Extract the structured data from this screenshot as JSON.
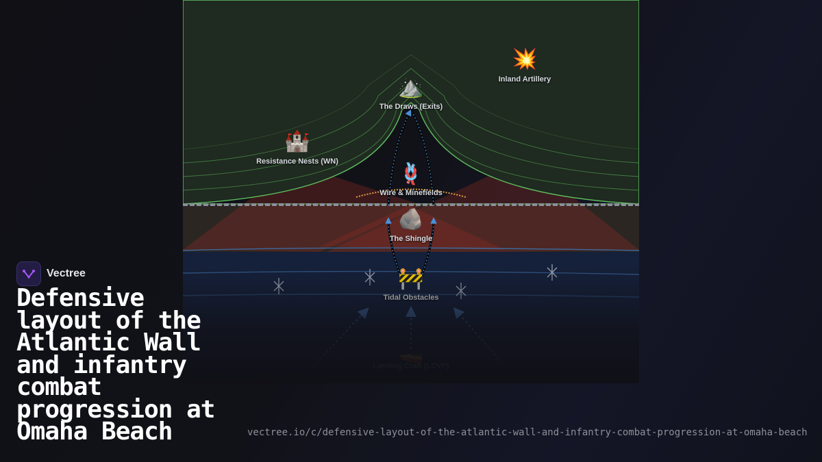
{
  "brand": {
    "name": "Vectree",
    "logo_icon": "vectree-logo-icon",
    "logo_color": "#a855f7"
  },
  "title": "Defensive layout of the Atlantic Wall and infantry combat progression at Omaha Beach",
  "url": "vectree.io/c/defensive-layout-of-the-atlantic-wall-and-infantry-combat-progression-at-omaha-beach",
  "diagram": {
    "colors": {
      "bluff": "#1f2a20",
      "bluff_edge": "#5fbf5f",
      "beach": "#2b2622",
      "sea": "#15203a",
      "sea_edge": "#3c6aa0",
      "fire_zone": "#b0302c",
      "wire": "#e0a040",
      "route_arrow": "#4a90d9"
    },
    "nodes": [
      {
        "id": "inland-artillery",
        "label": "Inland Artillery",
        "icon": "explosion-icon",
        "glyph": "💥"
      },
      {
        "id": "draws",
        "label": "The Draws (Exits)",
        "icon": "mountain-icon",
        "glyph": "⛰️"
      },
      {
        "id": "resistance-nests",
        "label": "Resistance Nests (WN)",
        "icon": "castle-icon",
        "glyph": "🏰"
      },
      {
        "id": "wire-minefields",
        "label": "Wire & Minefields",
        "icon": "knot-icon",
        "glyph": "🪢"
      },
      {
        "id": "shingle",
        "label": "The Shingle",
        "icon": "rock-icon",
        "glyph": "🪨"
      },
      {
        "id": "tidal-obstacles",
        "label": "Tidal Obstacles",
        "icon": "barrier-icon",
        "glyph": "🚧"
      },
      {
        "id": "landing-craft",
        "label": "Landing Craft (LCVP)",
        "icon": "boat-icon",
        "glyph": "🚤"
      }
    ]
  }
}
